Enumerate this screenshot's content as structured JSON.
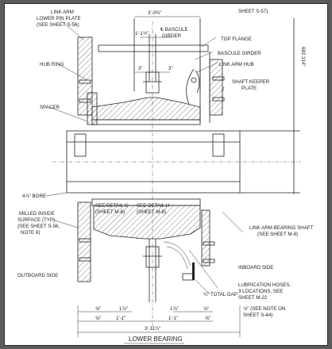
{
  "labels": {
    "sheet_ref_top": "SHEET S-57)",
    "link_arm_lower_pin_plate": [
      "LINK ARM",
      "LOWER PIN PLATE",
      "(SEE SHEET S-56)"
    ],
    "bascule_girder_center": [
      "℄ BASCULE",
      "GIRDER"
    ],
    "top_flange": "TOP FLANGE",
    "bascule_girder": "BASCULE GIRDER",
    "link_arm_hub": "LINK ARM HUB",
    "hub_ring": "HUB RING",
    "shaft_keeper_plate": [
      "SHAFT KEEPER",
      "PLATE"
    ],
    "spacer": "SPACER",
    "bore": "4⅞\" BORE",
    "milled_inside_surface": [
      "MILLED INSIDE",
      "SURFACE (TYP)",
      "(SEE SHEET S-56,",
      "NOTE 6)"
    ],
    "see_detail_g": [
      "SEE DETAIL G",
      "(SHEET M-8)"
    ],
    "see_detail_h": [
      "SEE DETAIL H",
      "(SHEET M-8)"
    ],
    "link_arm_bearing_shaft": [
      "LINK ARM BEARING SHAFT",
      "(SEE SHEET M-8)"
    ],
    "outboard_side": "OUTBOARD SIDE",
    "inboard_side": "INBOARD SIDE",
    "lubrication_hoses": [
      "LUBRICATION HOSES,",
      "3 LOCATIONS, SEE",
      "SHEET M-22"
    ],
    "total_gap": "¼\" TOTAL GAP",
    "see_note": [
      "⅛\" (SEE NOTE ON",
      "SHEET S-44)"
    ],
    "caption": "LOWER BEARING"
  },
  "dimensions": {
    "top_overall": "3'-0⅜\"",
    "top_inner": "1'-1½\"",
    "top_left_half": "3\"",
    "top_right_half": "3\"",
    "vertical_right": "682.314\"",
    "bottom_row1": [
      "⅝\"",
      "1⅞\"",
      "1⅞\"",
      "⅛\""
    ],
    "bottom_row2": [
      "⅝\"",
      "1'-1\"",
      "1'-1\"",
      "⅝\""
    ],
    "bottom_overall": "3'-11½\""
  }
}
